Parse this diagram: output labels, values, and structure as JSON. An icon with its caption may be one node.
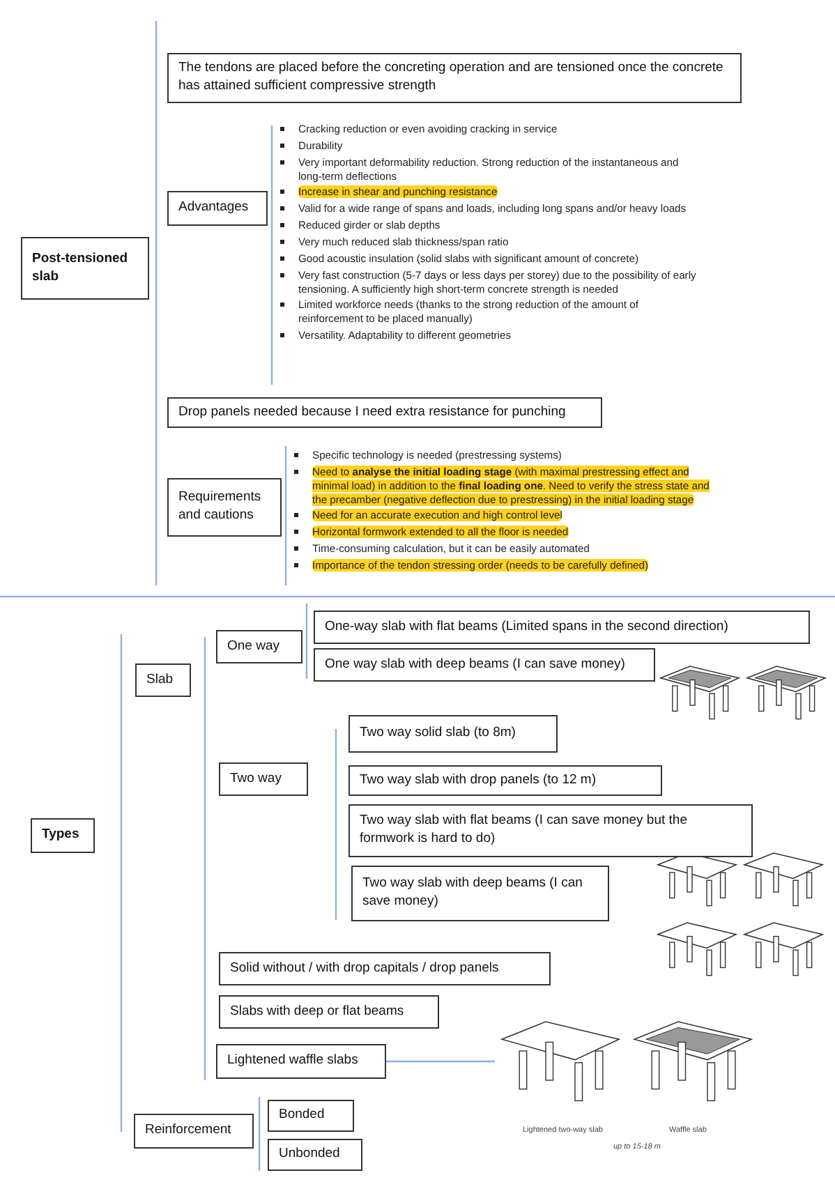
{
  "diagram": {
    "nodes": [
      {
        "text": [
          "Post-tensioned slab"
        ]
      },
      {
        "text": [
          "The tendons are placed before the concreting operation and are tensioned once the concrete has attained sufficient compressive strength"
        ]
      },
      {
        "text": [
          "Advantages"
        ]
      },
      {
        "text": [
          "Drop panels needed because I need extra resistance for punching"
        ]
      },
      {
        "text": [
          "Requirements and cautions"
        ]
      },
      {
        "text": [
          "Types"
        ]
      },
      {
        "text": [
          "Slab"
        ]
      },
      {
        "text": [
          "One way"
        ]
      },
      {
        "text": [
          "One-way slab with flat beams (Limited spans in the second direction)"
        ]
      },
      {
        "text": [
          "One way slab with deep beams (I can save money)"
        ]
      },
      {
        "text": [
          "Two way"
        ]
      },
      {
        "text": [
          "Two way solid slab (to 8m)"
        ]
      },
      {
        "text": [
          "Two way slab with drop panels (to 12 m)"
        ]
      },
      {
        "text": [
          "Two way slab with flat beams (I can save money but the formwork is hard to do)"
        ]
      },
      {
        "text": [
          "Two way slab with deep beams (I can save money)"
        ]
      },
      {
        "text": [
          "Solid without / with drop capitals / drop panels"
        ]
      },
      {
        "text": [
          "Slabs with deep or flat beams"
        ]
      },
      {
        "text": [
          "Lightened waffle slabs"
        ]
      },
      {
        "text": [],
        "shape": "picture"
      },
      {
        "text": [
          "Reinforcement"
        ]
      },
      {
        "text": [
          "Bonded"
        ]
      },
      {
        "text": [
          "Unbonded"
        ]
      }
    ],
    "edges": [
      {
        "from": 17,
        "to": 18,
        "arrow": "none"
      }
    ],
    "labels": [
      "Cracking reduction or even avoiding cracking in service",
      "Durability",
      "Very important deformability reduction. Strong reduction of the instantaneous and long-term deflections",
      "Increase in shear and punching resistance",
      "Valid for a wide range of spans and loads, including long spans and/or heavy loads",
      "Reduced girder or slab depths",
      "Very much reduced slab thickness/span ratio",
      "Good acoustic insulation (solid slabs with significant amount of concrete)",
      "Very fast construction (5-7 days or less days per storey) due to the possibility of early tensioning. A sufficiently high short-term concrete strength is needed",
      "Limited workforce needs (thanks to the strong reduction of the amount of reinforcement to be placed manually)",
      "Versatility. Adaptability to different geometries",
      "Specific technology is needed (prestressing systems)",
      "Need to **analyse the initial loading stage** (with maximal prestressing effect and minimal load) in addition to the **final loading one**. Need to verify the stress state and the precamber (negative deflection due to prestressing) in the initial loading stage",
      "Need for an accurate execution and high control level",
      "Horizontal formwork extended to all the floor is needed",
      "Time-consuming calculation, but it can be easily automated",
      "Importance of the tendon stressing order (needs to be carefully defined)",
      "Lightened two-way slab",
      "Waffle slab",
      "up to 15-18 m"
    ]
  }
}
